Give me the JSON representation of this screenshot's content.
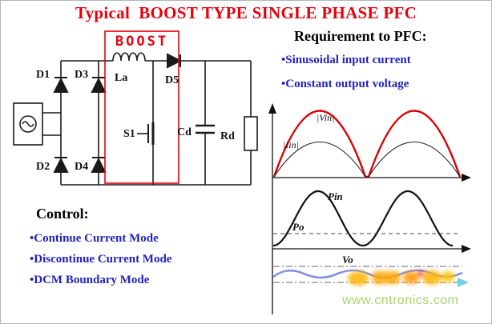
{
  "title": "Typical  BOOST TYPE SINGLE PHASE PFC",
  "circuit": {
    "boost_label": "BOOST",
    "labels": {
      "d1": "D1",
      "d2": "D2",
      "d3": "D3",
      "d4": "D4",
      "d5": "D5",
      "la": "La",
      "s1": "S1",
      "cd": "Cd",
      "rd": "Rd"
    }
  },
  "requirements": {
    "heading": "Requirement to PFC:",
    "items": [
      "•Sinusoidal input current",
      "•Constant output voltage"
    ]
  },
  "control": {
    "heading": "Control:",
    "items": [
      "•Continue Current Mode",
      "•Discontinue Current Mode",
      "•DCM Boundary Mode"
    ]
  },
  "waveforms": {
    "vin_label": "|Vin|",
    "iin_label": "|Iin|",
    "pin_label": "Pin",
    "po_label": "Po",
    "vo_label": "Vo",
    "description": "Top: rectified sinusoid |Vin| (red, large) and |Iin| (black, small) in phase. Middle: instantaneous input power Pin oscillating around average output power Po (dashed). Bottom: output voltage Vo (blue) with small ripple."
  },
  "watermark": "www.cntronics.com",
  "colors": {
    "title_red": "#e8000d",
    "bullet_blue": "#2222bb",
    "vin_red": "#dd0000",
    "vo_blue": "#7b8de0",
    "watermark_green": "#9ccf59",
    "watermark_orange": "#ffb400"
  }
}
